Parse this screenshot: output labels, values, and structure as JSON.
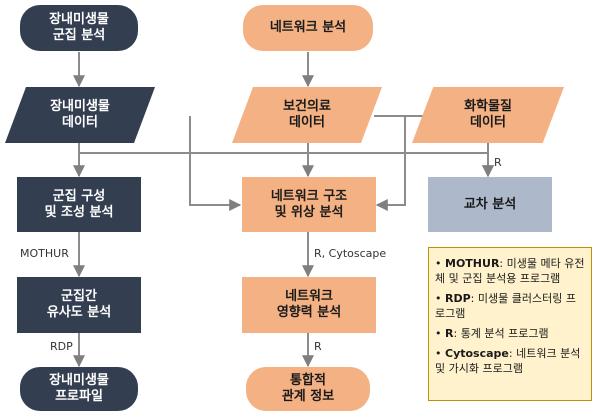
{
  "nodes": {
    "gut_community_analysis": "장내미생물\n군집 분석",
    "network_analysis": "네트워크 분석",
    "gut_microbe_data": "장내미생물\n데이터",
    "health_medical_data": "보건의료\n데이터",
    "chemical_data": "화학물질\n데이터",
    "community_composition": "군집 구성\n및 조성 분석",
    "network_structure": "네트워크 구조\n및 위상 분석",
    "cross_analysis": "교차 분석",
    "community_similarity": "군집간\n유사도 분석",
    "network_influence": "네트워크\n영향력 분석",
    "gut_microbe_profile": "장내미생물\n프로파일",
    "integrated_relation": "통합적\n관계 정보"
  },
  "edge_labels": {
    "mothur": "MOTHUR",
    "rdp": "RDP",
    "r_cytoscape": "R, Cytoscape",
    "r_influence": "R",
    "r_cross": "R"
  },
  "legend": {
    "items": [
      {
        "term": "MOTHUR",
        "desc": "미생물 메타 유전체 및 군집 분석용 프로그램"
      },
      {
        "term": "RDP",
        "desc": "미생물 클러스터링 프로그램"
      },
      {
        "term": "R",
        "desc": "통계 분석 프로그램"
      },
      {
        "term": "Cytoscape",
        "desc": "네트워크 분석 및 가시화 프로그램"
      }
    ]
  }
}
